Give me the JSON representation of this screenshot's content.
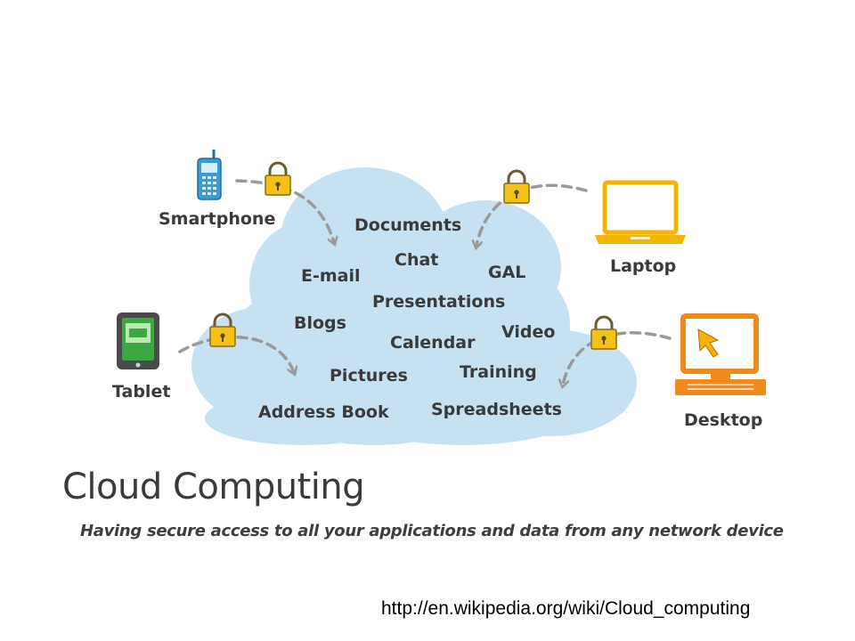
{
  "cloud": {
    "color": "#c6e2f2",
    "services": {
      "documents": "Documents",
      "chat": "Chat",
      "email": "E-mail",
      "gal": "GAL",
      "presentations": "Presentations",
      "blogs": "Blogs",
      "video": "Video",
      "calendar": "Calendar",
      "pictures": "Pictures",
      "training": "Training",
      "address_book": "Address Book",
      "spreadsheets": "Spreadsheets"
    }
  },
  "devices": {
    "smartphone": {
      "label": "Smartphone",
      "icon": "smartphone-icon",
      "color": "#3b9bd6"
    },
    "laptop": {
      "label": "Laptop",
      "icon": "laptop-icon",
      "color": "#f5b400"
    },
    "tablet": {
      "label": "Tablet",
      "icon": "tablet-icon",
      "color": "#3aa843"
    },
    "desktop": {
      "label": "Desktop",
      "icon": "desktop-icon",
      "color": "#f08a1c"
    }
  },
  "lock": {
    "icon": "padlock-icon",
    "color": "#f3c11a"
  },
  "heading": {
    "title": "Cloud Computing",
    "subtitle": "Having secure access to all your applications and data from any network device"
  },
  "source": {
    "url": "http://en.wikipedia.org/wiki/Cloud_computing"
  }
}
